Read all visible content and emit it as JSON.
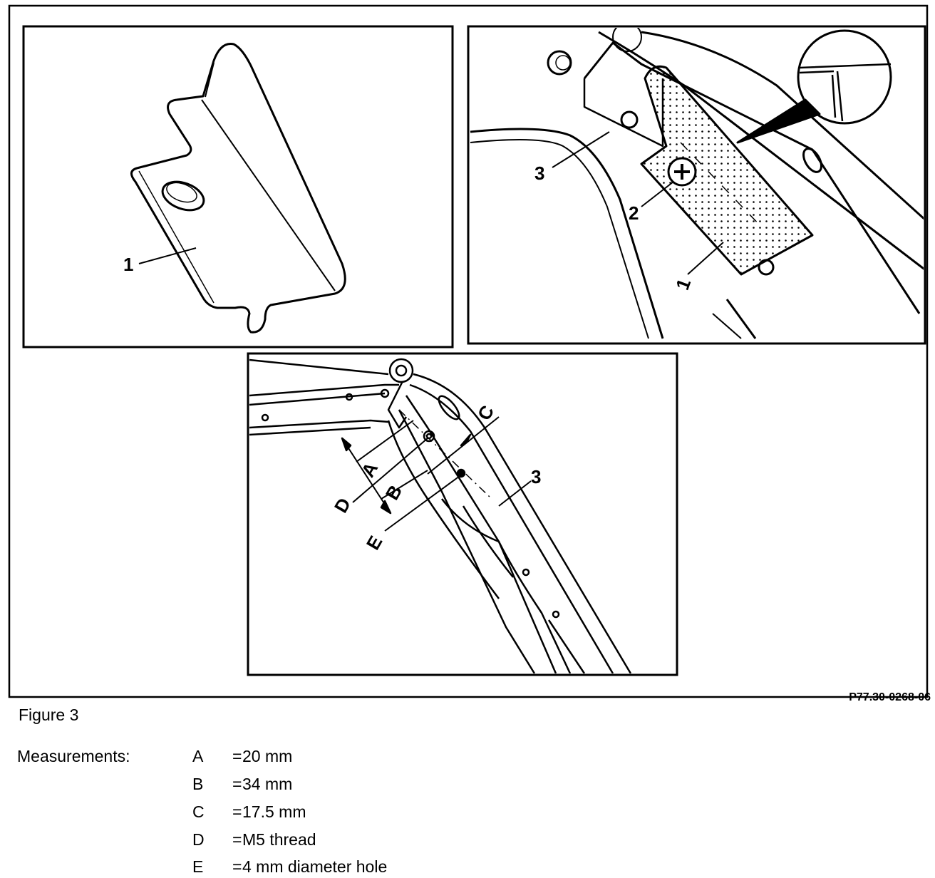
{
  "figure": {
    "caption": "Figure 3",
    "reference_code": "P77.30-0268-06",
    "callouts": {
      "panel_left": [
        "1"
      ],
      "panel_right": [
        "3",
        "2",
        "1"
      ],
      "panel_bottom": [
        "C",
        "A",
        "D",
        "B",
        "E",
        "3"
      ]
    }
  },
  "measurements": {
    "label": "Measurements:",
    "items": [
      {
        "key": "A",
        "value": "20 mm"
      },
      {
        "key": "B",
        "value": "34 mm"
      },
      {
        "key": "C",
        "value": "17.5 mm"
      },
      {
        "key": "D",
        "value": "M5 thread"
      },
      {
        "key": "E",
        "value": "4 mm diameter hole"
      }
    ]
  }
}
